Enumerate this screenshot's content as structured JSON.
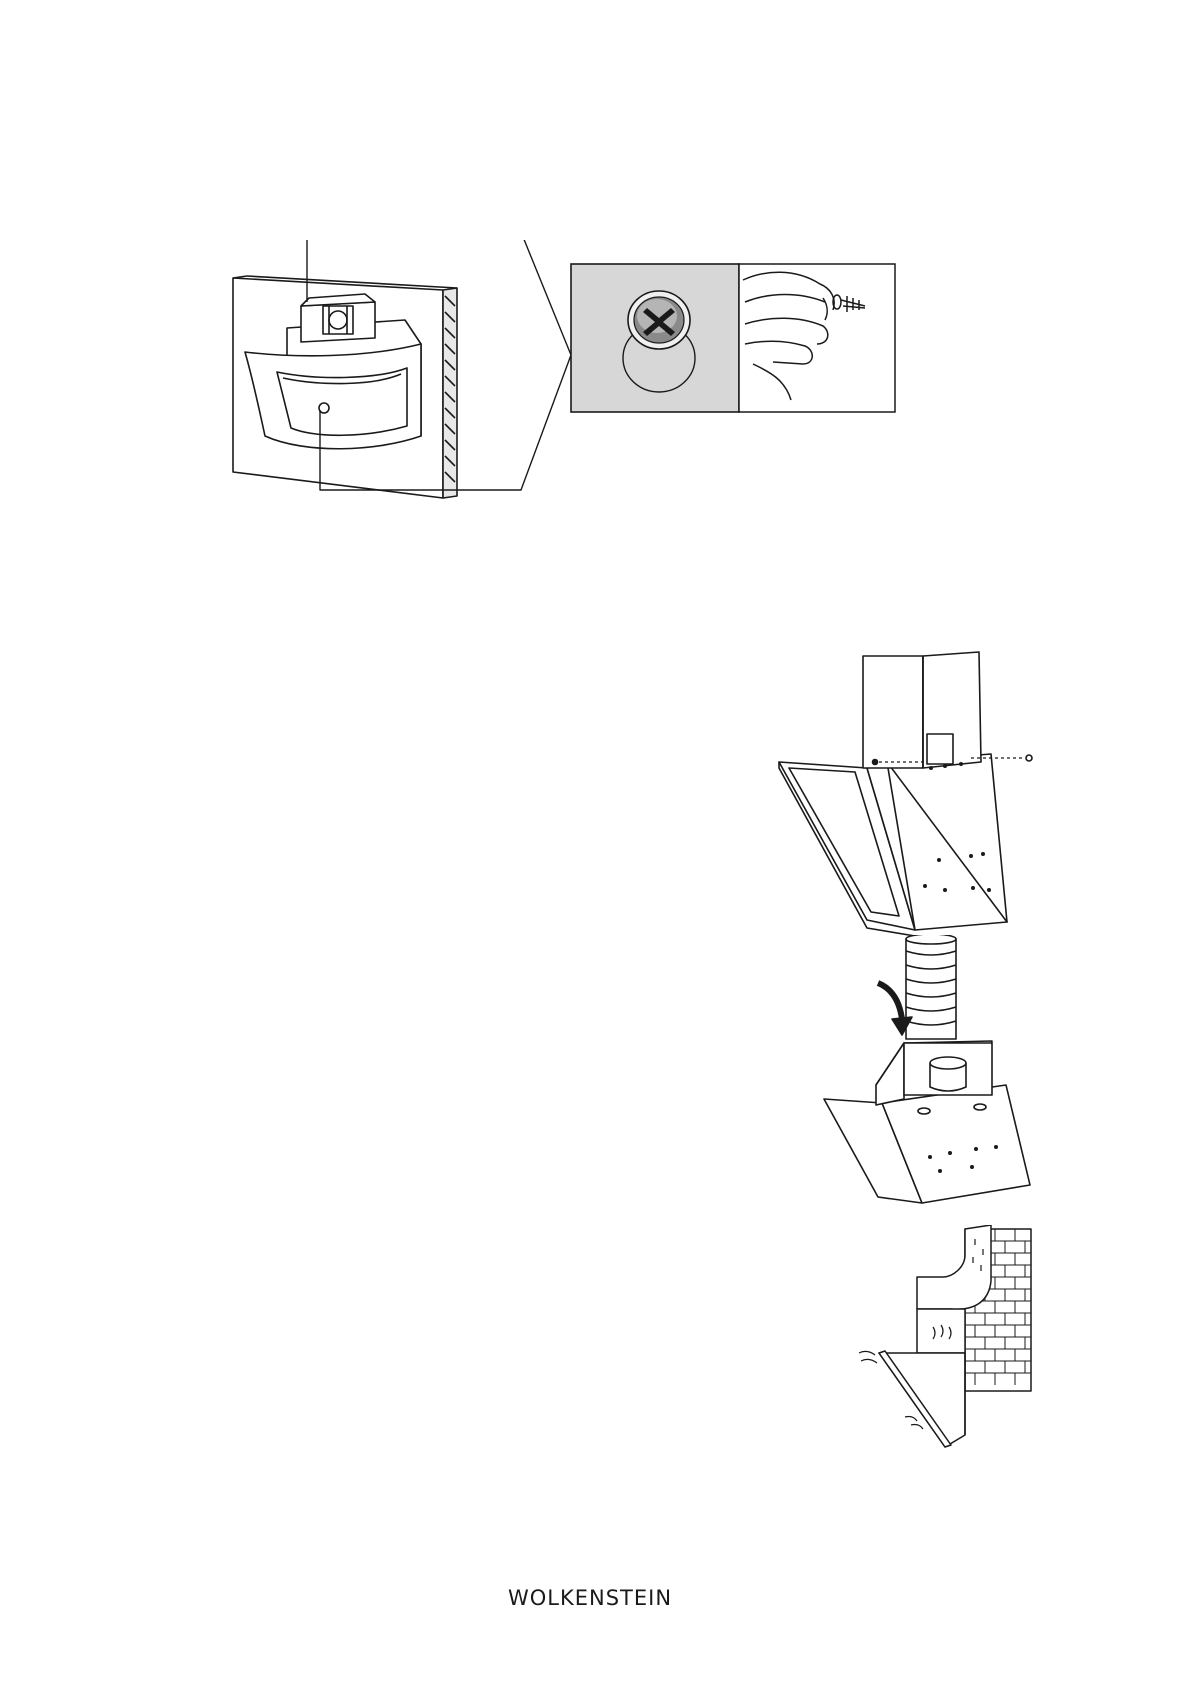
{
  "colors": {
    "line": "#1a1a1a",
    "panel_gray": "#d7d7d7",
    "screw_gray": "#8a8a8a",
    "background": "#ffffff"
  },
  "footer": {
    "brand": "WOLKENSTEIN"
  },
  "figures": [
    {
      "name": "hood-wall-mount",
      "icon": "cooker-hood-on-wall-icon"
    },
    {
      "name": "screw-detail",
      "icon": "phillips-screw-icon"
    },
    {
      "name": "hand-insert-screw",
      "icon": "hand-with-screw-icon"
    },
    {
      "name": "chimney-cover-fixing",
      "icon": "chimney-cover-icon"
    },
    {
      "name": "duct-connection",
      "icon": "flexible-duct-icon"
    },
    {
      "name": "duct-through-wall",
      "icon": "brick-wall-duct-icon"
    }
  ]
}
